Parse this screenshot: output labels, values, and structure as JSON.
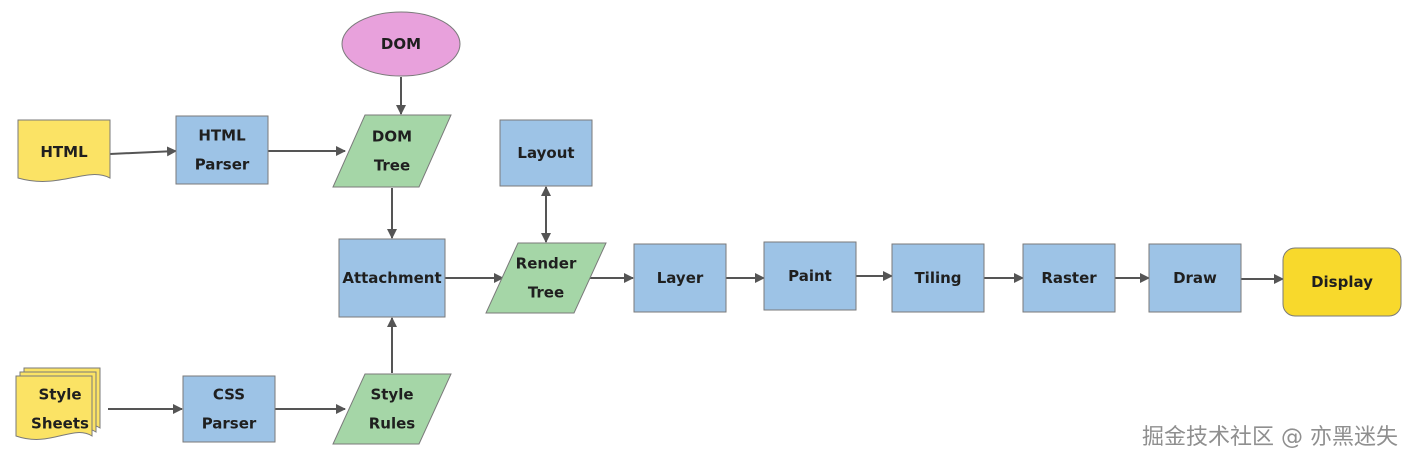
{
  "colors": {
    "process_blue": "#9dc3e6",
    "data_green": "#a5d6a7",
    "input_yellow": "#fbe365",
    "display_yellow": "#f8d92c",
    "dom_pink": "#e8a1dc",
    "stroke": "#7a7a7a",
    "arrow": "#555555"
  },
  "nodes": {
    "dom": {
      "lines": [
        "DOM"
      ],
      "shape": "ellipse"
    },
    "html": {
      "lines": [
        "HTML"
      ],
      "shape": "document"
    },
    "html_parser": {
      "lines": [
        "HTML",
        "Parser"
      ],
      "shape": "process"
    },
    "dom_tree": {
      "lines": [
        "DOM",
        "Tree"
      ],
      "shape": "data"
    },
    "layout": {
      "lines": [
        "Layout"
      ],
      "shape": "process"
    },
    "attachment": {
      "lines": [
        "Attachment"
      ],
      "shape": "process"
    },
    "render_tree": {
      "lines": [
        "Render",
        "Tree"
      ],
      "shape": "data"
    },
    "layer": {
      "lines": [
        "Layer"
      ],
      "shape": "process"
    },
    "paint": {
      "lines": [
        "Paint"
      ],
      "shape": "process"
    },
    "tiling": {
      "lines": [
        "Tiling"
      ],
      "shape": "process"
    },
    "raster": {
      "lines": [
        "Raster"
      ],
      "shape": "process"
    },
    "draw": {
      "lines": [
        "Draw"
      ],
      "shape": "process"
    },
    "display": {
      "lines": [
        "Display"
      ],
      "shape": "terminal"
    },
    "style_sheets": {
      "lines": [
        "Style",
        "Sheets"
      ],
      "shape": "multi-document"
    },
    "css_parser": {
      "lines": [
        "CSS",
        "Parser"
      ],
      "shape": "process"
    },
    "style_rules": {
      "lines": [
        "Style",
        "Rules"
      ],
      "shape": "data"
    }
  },
  "edges": [
    {
      "from": "html",
      "to": "html_parser"
    },
    {
      "from": "html_parser",
      "to": "dom_tree"
    },
    {
      "from": "dom",
      "to": "dom_tree"
    },
    {
      "from": "dom_tree",
      "to": "attachment"
    },
    {
      "from": "style_sheets",
      "to": "css_parser"
    },
    {
      "from": "css_parser",
      "to": "style_rules"
    },
    {
      "from": "style_rules",
      "to": "attachment"
    },
    {
      "from": "attachment",
      "to": "render_tree"
    },
    {
      "from": "render_tree",
      "to": "layout",
      "bidirectional": true
    },
    {
      "from": "render_tree",
      "to": "layer"
    },
    {
      "from": "layer",
      "to": "paint"
    },
    {
      "from": "paint",
      "to": "tiling"
    },
    {
      "from": "tiling",
      "to": "raster"
    },
    {
      "from": "raster",
      "to": "draw"
    },
    {
      "from": "draw",
      "to": "display"
    }
  ],
  "watermark": "掘金技术社区 @ 亦黑迷失"
}
